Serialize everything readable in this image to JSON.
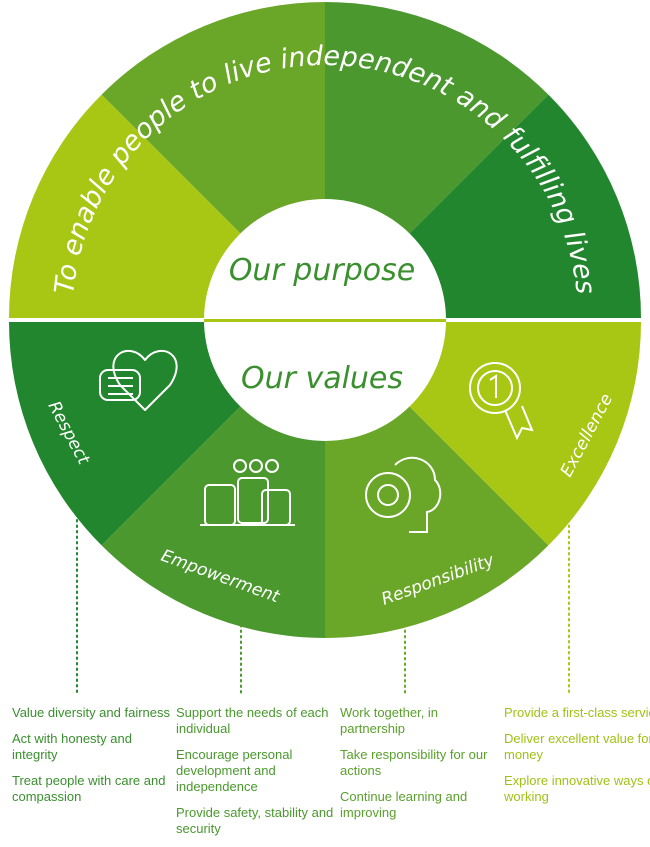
{
  "purpose": {
    "heading": "Our purpose",
    "statement": "To enable people to live independent and fulfilling lives"
  },
  "values": {
    "heading": "Our values",
    "items": [
      {
        "name": "Respect",
        "icon": "handshake-heart-icon",
        "color": "#22862e",
        "text_color": "#3a8f2e",
        "points": [
          "Value diversity and fairness",
          "Act with honesty and integrity",
          "Treat people with care and compassion"
        ]
      },
      {
        "name": "Empowerment",
        "icon": "raised-fists-group-icon",
        "color": "#4a982e",
        "text_color": "#4a982e",
        "points": [
          "Support the needs of each individual",
          "Encourage personal development and independence",
          "Provide safety, stability and security"
        ]
      },
      {
        "name": "Responsibility",
        "icon": "brain-gear-icon",
        "color": "#6aa628",
        "text_color": "#5aa02c",
        "points": [
          "Work together, in partnership",
          "Take responsibility for our actions",
          "Continue learning and improving"
        ]
      },
      {
        "name": "Excellence",
        "icon": "award-rosette-icon",
        "color": "#a8c614",
        "text_color": "#9fc214",
        "points": [
          "Provide a first-class service",
          "Deliver excellent value for money",
          "Explore innovative ways of working"
        ]
      }
    ]
  },
  "colors": {
    "lime": "#a8c614",
    "light_green": "#6aa628",
    "mid_green": "#4a982e",
    "dark_green": "#22862e"
  }
}
